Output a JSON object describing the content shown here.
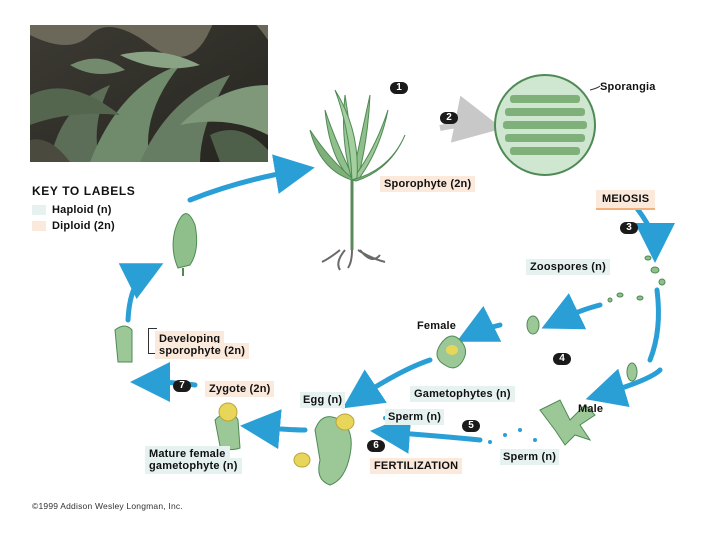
{
  "key": {
    "title": "KEY TO LABELS",
    "haploid": "Haploid (n)",
    "diploid": "Diploid (2n)"
  },
  "steps": [
    "1",
    "2",
    "3",
    "4",
    "5",
    "6",
    "7"
  ],
  "labels": {
    "sporangia": "Sporangia",
    "sporophyte": "Sporophyte (2n)",
    "meiosis": "MEIOSIS",
    "zoospores": "Zoospores (n)",
    "female": "Female",
    "gametophytes": "Gametophytes (n)",
    "male": "Male",
    "sperm_left": "Sperm (n)",
    "sperm_right": "Sperm (n)",
    "egg": "Egg (n)",
    "fertilization": "FERTILIZATION",
    "zygote": "Zygote (2n)",
    "mature_female_1": "Mature female",
    "mature_female_2": "gametophyte (n)",
    "developing_1": "Developing",
    "developing_2": "sporophyte (2n)"
  },
  "copyright": "©1999 Addison Wesley Longman, Inc.",
  "colors": {
    "arrow": "#2a9fd6",
    "haploid_bg": "#e6f2f0",
    "diploid_bg": "#fbe9dc",
    "kelp_green": "#8fbf8a",
    "kelp_dark": "#4f8a56",
    "gametophyte_yellow": "#e8d65a"
  }
}
